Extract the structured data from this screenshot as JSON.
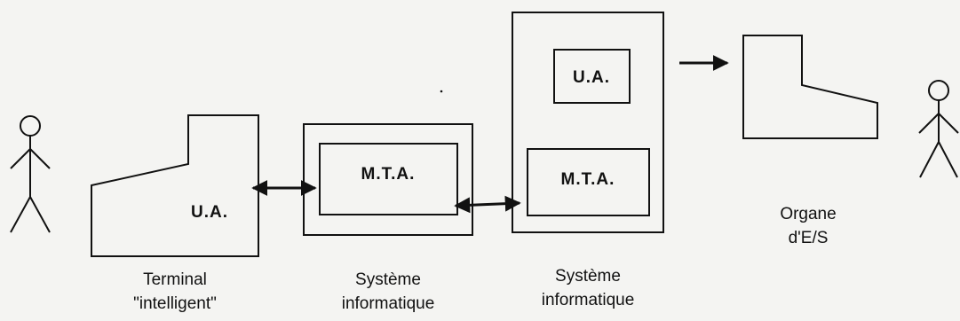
{
  "boxes": {
    "terminal_ua": "U.A.",
    "system1_mta": "M.T.A.",
    "system2_ua": "U.A.",
    "system2_mta": "M.T.A."
  },
  "captions": {
    "terminal": [
      "Terminal",
      "\"intelligent\""
    ],
    "system1": [
      "Système",
      "informatique"
    ],
    "system2": [
      "Système",
      "informatique"
    ],
    "io_device": [
      "Organe",
      "d'E/S"
    ]
  },
  "icons": [
    "person-icon",
    "person-icon"
  ],
  "colors": {
    "ink": "#111111",
    "background": "#f4f4f2"
  }
}
